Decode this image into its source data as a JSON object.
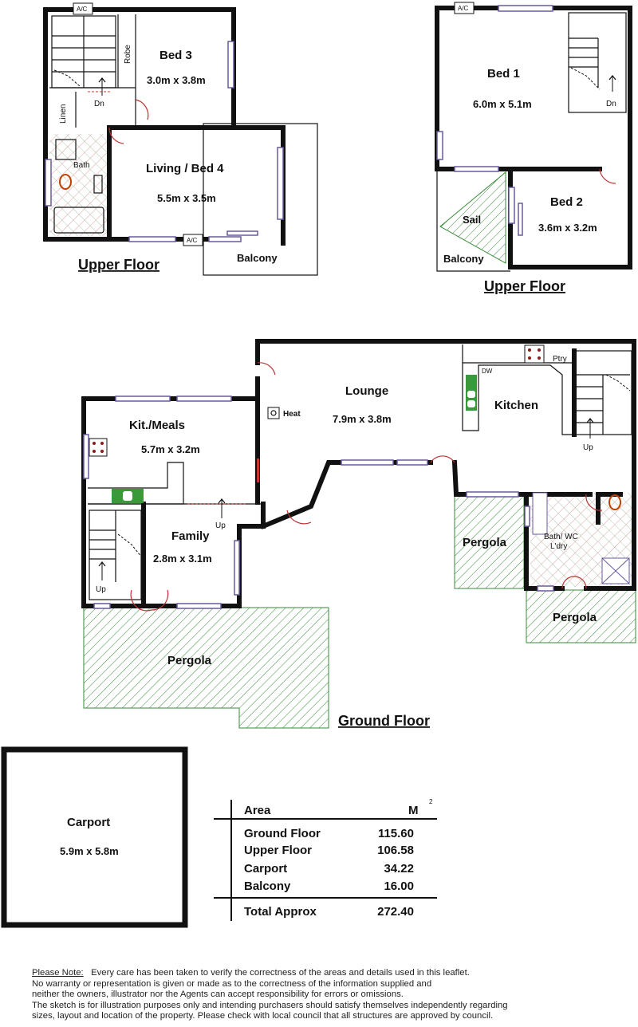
{
  "upper_floor_left": {
    "title": "Upper Floor",
    "rooms": {
      "bed3": {
        "name": "Bed 3",
        "dims": "3.0m x 3.8m"
      },
      "living": {
        "name": "Living / Bed 4",
        "dims": "5.5m x 3.5m"
      },
      "balcony": {
        "name": "Balcony"
      },
      "bath": {
        "name": "Bath"
      },
      "robe": "Robe",
      "linen": "Linen",
      "dn": "Dn",
      "ac1": "A/C",
      "ac2": "A/C"
    }
  },
  "upper_floor_right": {
    "title": "Upper Floor",
    "rooms": {
      "bed1": {
        "name": "Bed 1",
        "dims": "6.0m x 5.1m"
      },
      "bed2": {
        "name": "Bed 2",
        "dims": "3.6m x 3.2m"
      },
      "sail": "Sail",
      "balcony": "Balcony",
      "dn": "Dn",
      "ac": "A/C"
    }
  },
  "ground_floor": {
    "title": "Ground Floor",
    "rooms": {
      "lounge": {
        "name": "Lounge",
        "dims": "7.9m x 3.8m"
      },
      "kitchen": {
        "name": "Kitchen",
        "dw": "DW",
        "ptry": "Ptry"
      },
      "kit_meals": {
        "name": "Kit./Meals",
        "dims": "5.7m x 3.2m"
      },
      "family": {
        "name": "Family",
        "dims": "2.8m x 3.1m"
      },
      "heat": "Heat",
      "bath_wc": {
        "line1": "Bath/ WC",
        "line2": "L'dry"
      },
      "pergola_main": "Pergola",
      "pergola_right1": "Pergola",
      "pergola_right2": "Pergola",
      "up1": "Up",
      "up2": "Up",
      "up3": "Up"
    }
  },
  "carport": {
    "name": "Carport",
    "dims": "5.9m x 5.8m"
  },
  "area_table": {
    "header": "Area",
    "unit": "M",
    "unit_sup": "2",
    "rows": [
      {
        "label": "Ground Floor",
        "value": "115.60"
      },
      {
        "label": "Upper Floor",
        "value": "106.58"
      },
      {
        "label": "Carport",
        "value": "34.22"
      },
      {
        "label": "Balcony",
        "value": "16.00"
      }
    ],
    "total": {
      "label": "Total Approx",
      "value": "272.40"
    }
  },
  "disclaimer": {
    "heading": "Please Note:",
    "line1": "Every care has been taken to verify the correctness of the areas and details used in this leaflet.",
    "line2": "No warranty or representation is given or made as to the correctness of the information supplied and",
    "line3": "neither the owners, illustrator nor the Agents can accept responsibility for errors or omissions.",
    "line4": "The sketch is for illustration purposes only and intending purchasers should satisfy themselves independently regarding",
    "line5": "sizes, layout and location of the property. Please check with local council that all structures are approved by council."
  },
  "colors": {
    "hatch_green": "#3a8a3a",
    "tile_red": "#d08a8a",
    "window": "#6a5a9e",
    "door": "#b33333"
  }
}
